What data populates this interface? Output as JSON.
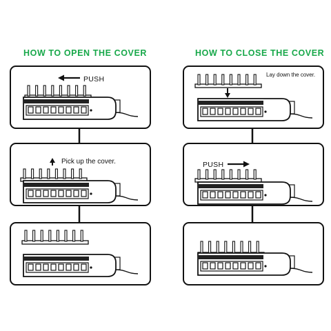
{
  "headings": {
    "open": "HOW TO OPEN THE COVER",
    "close": "HOW TO CLOSE THE COVER"
  },
  "labels": {
    "push_left": "PUSH",
    "pick_up": "Pick up the cover.",
    "lay_down": "Lay down the cover.",
    "push_right": "PUSH"
  },
  "colors": {
    "heading": "#18a84a",
    "line": "#111111"
  }
}
